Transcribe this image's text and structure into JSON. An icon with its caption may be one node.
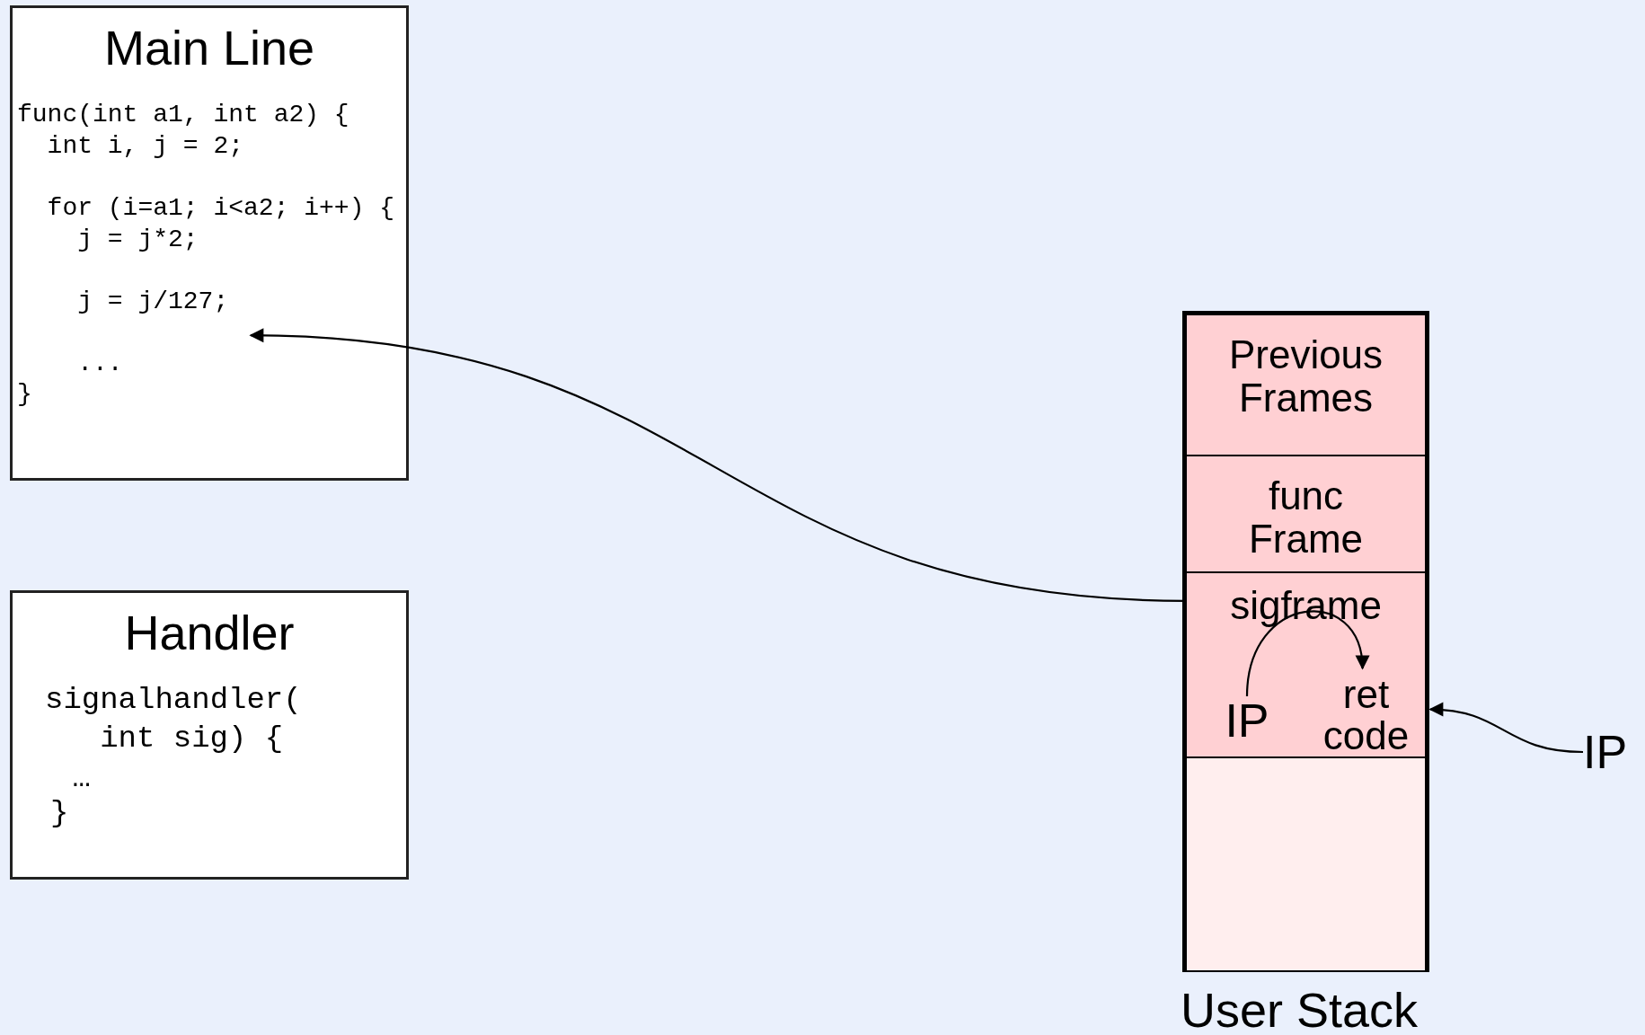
{
  "diagram": {
    "nodes": [
      {
        "text": [
          "Main Line",
          "func(int a1, int a2) {",
          "int i, j = 2;",
          "for (i=a1; i<a2; i++) {",
          "j = j*2;",
          "j = j/127;",
          "...",
          "}"
        ]
      },
      {
        "text": [
          "Handler",
          "signalhandler(",
          "int sig) {",
          "…",
          "}"
        ]
      },
      {
        "text": [
          "User Stack"
        ]
      },
      {
        "text": [
          "Previous Frames"
        ],
        "in": 2
      },
      {
        "text": [
          "func Frame"
        ],
        "in": 2
      },
      {
        "text": [
          "sigframe"
        ],
        "in": 2
      },
      {
        "text": [
          "IP"
        ],
        "in": 5
      },
      {
        "text": [
          "ret code"
        ],
        "in": 5
      },
      {
        "text": [],
        "shape": "box",
        "in": 2
      },
      {
        "text": [
          "IP"
        ]
      }
    ],
    "edges": [
      {
        "from": 5,
        "to": 0,
        "arrow": "to"
      },
      {
        "from": 6,
        "to": 7,
        "arrow": "to"
      },
      {
        "from": 9,
        "to": 7,
        "arrow": "to"
      }
    ]
  }
}
